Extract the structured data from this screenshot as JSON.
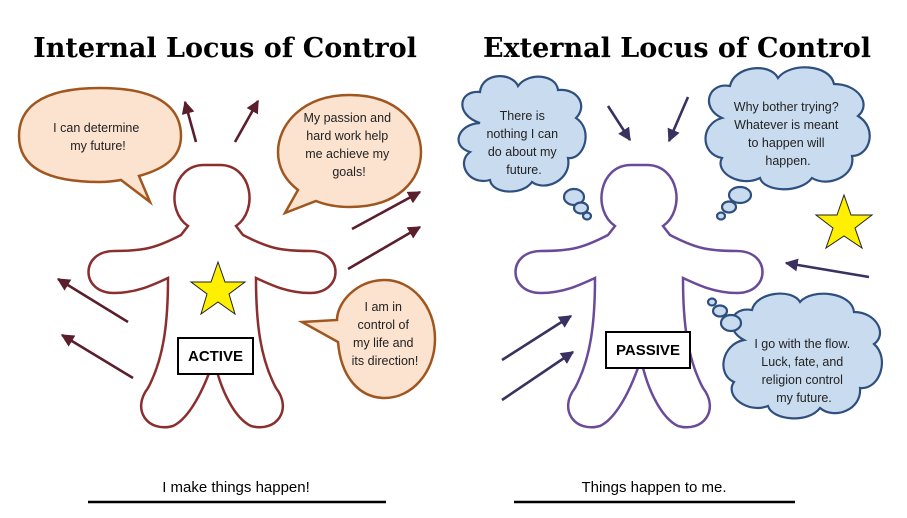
{
  "internal": {
    "title": "Internal Locus of Control",
    "bubble_1": [
      "I can determine",
      "my future!"
    ],
    "bubble_2": [
      "My passion and",
      "hard work help",
      "me achieve my",
      "goals!"
    ],
    "bubble_3": [
      "I am in",
      "control of",
      "my life and",
      "its direction!"
    ],
    "label": "ACTIVE",
    "caption": "I make things happen!"
  },
  "external": {
    "title": "External Locus of Control",
    "cloud_1": [
      "There is",
      "nothing I can",
      "do about my",
      "future."
    ],
    "cloud_2": [
      "Why bother trying?",
      "Whatever is meant",
      "to happen will",
      "happen."
    ],
    "cloud_3": [
      "I go with the flow.",
      "Luck, fate, and",
      "religion control",
      "my future."
    ],
    "label": "PASSIVE",
    "caption": "Things happen to me."
  },
  "colors": {
    "internal_figure": "#8b2e2e",
    "external_figure": "#6a4b9a",
    "speech_fill": "#fbe3cf",
    "speech_stroke": "#a0561f",
    "cloud_fill": "#c9dcef",
    "cloud_stroke": "#2f4f7f",
    "arrow_internal": "#5a1e2c",
    "arrow_external": "#3a3160",
    "star_fill": "#ffef00"
  }
}
